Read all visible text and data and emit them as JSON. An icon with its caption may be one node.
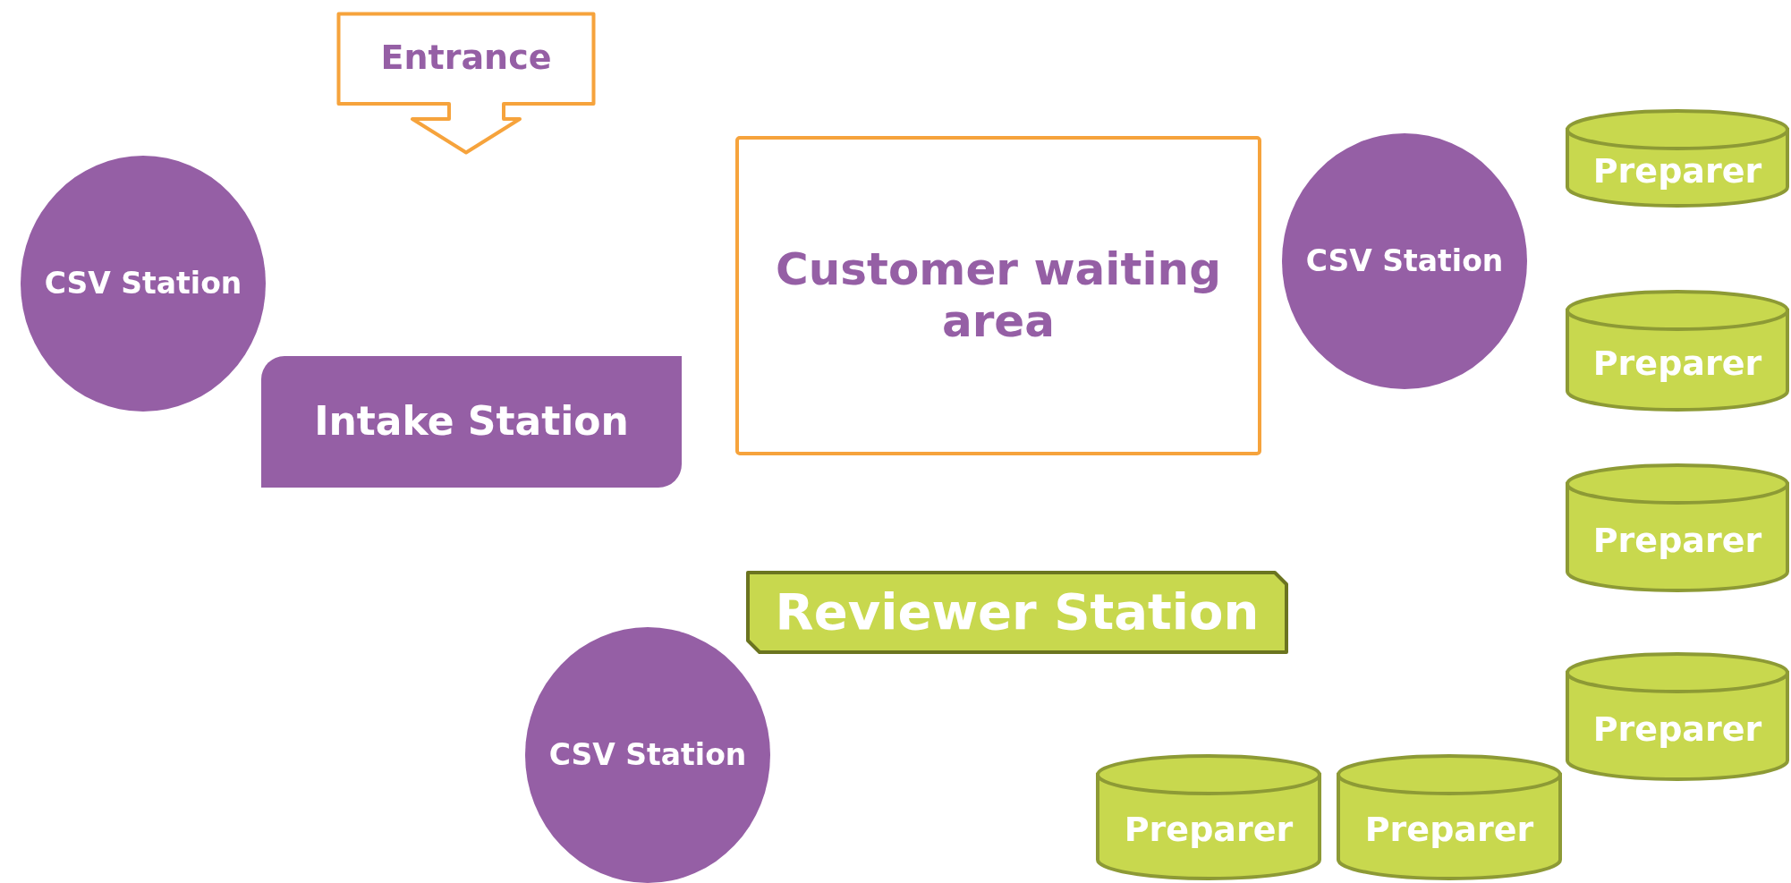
{
  "diagram": {
    "nodes": [
      {
        "text": [
          "Entrance"
        ]
      },
      {
        "text": [
          "CSV Station"
        ]
      },
      {
        "text": [
          "Customer waiting area"
        ]
      },
      {
        "text": [
          "CSV Station"
        ]
      },
      {
        "text": [
          "Preparer"
        ]
      },
      {
        "text": [
          "Preparer"
        ]
      },
      {
        "text": [
          "Intake Station"
        ]
      },
      {
        "text": [
          "Preparer"
        ]
      },
      {
        "text": [
          "Reviewer Station"
        ]
      },
      {
        "text": [
          "Preparer"
        ]
      },
      {
        "text": [
          "CSV Station"
        ]
      },
      {
        "text": [
          "Preparer"
        ]
      },
      {
        "text": [
          "Preparer"
        ]
      }
    ]
  }
}
